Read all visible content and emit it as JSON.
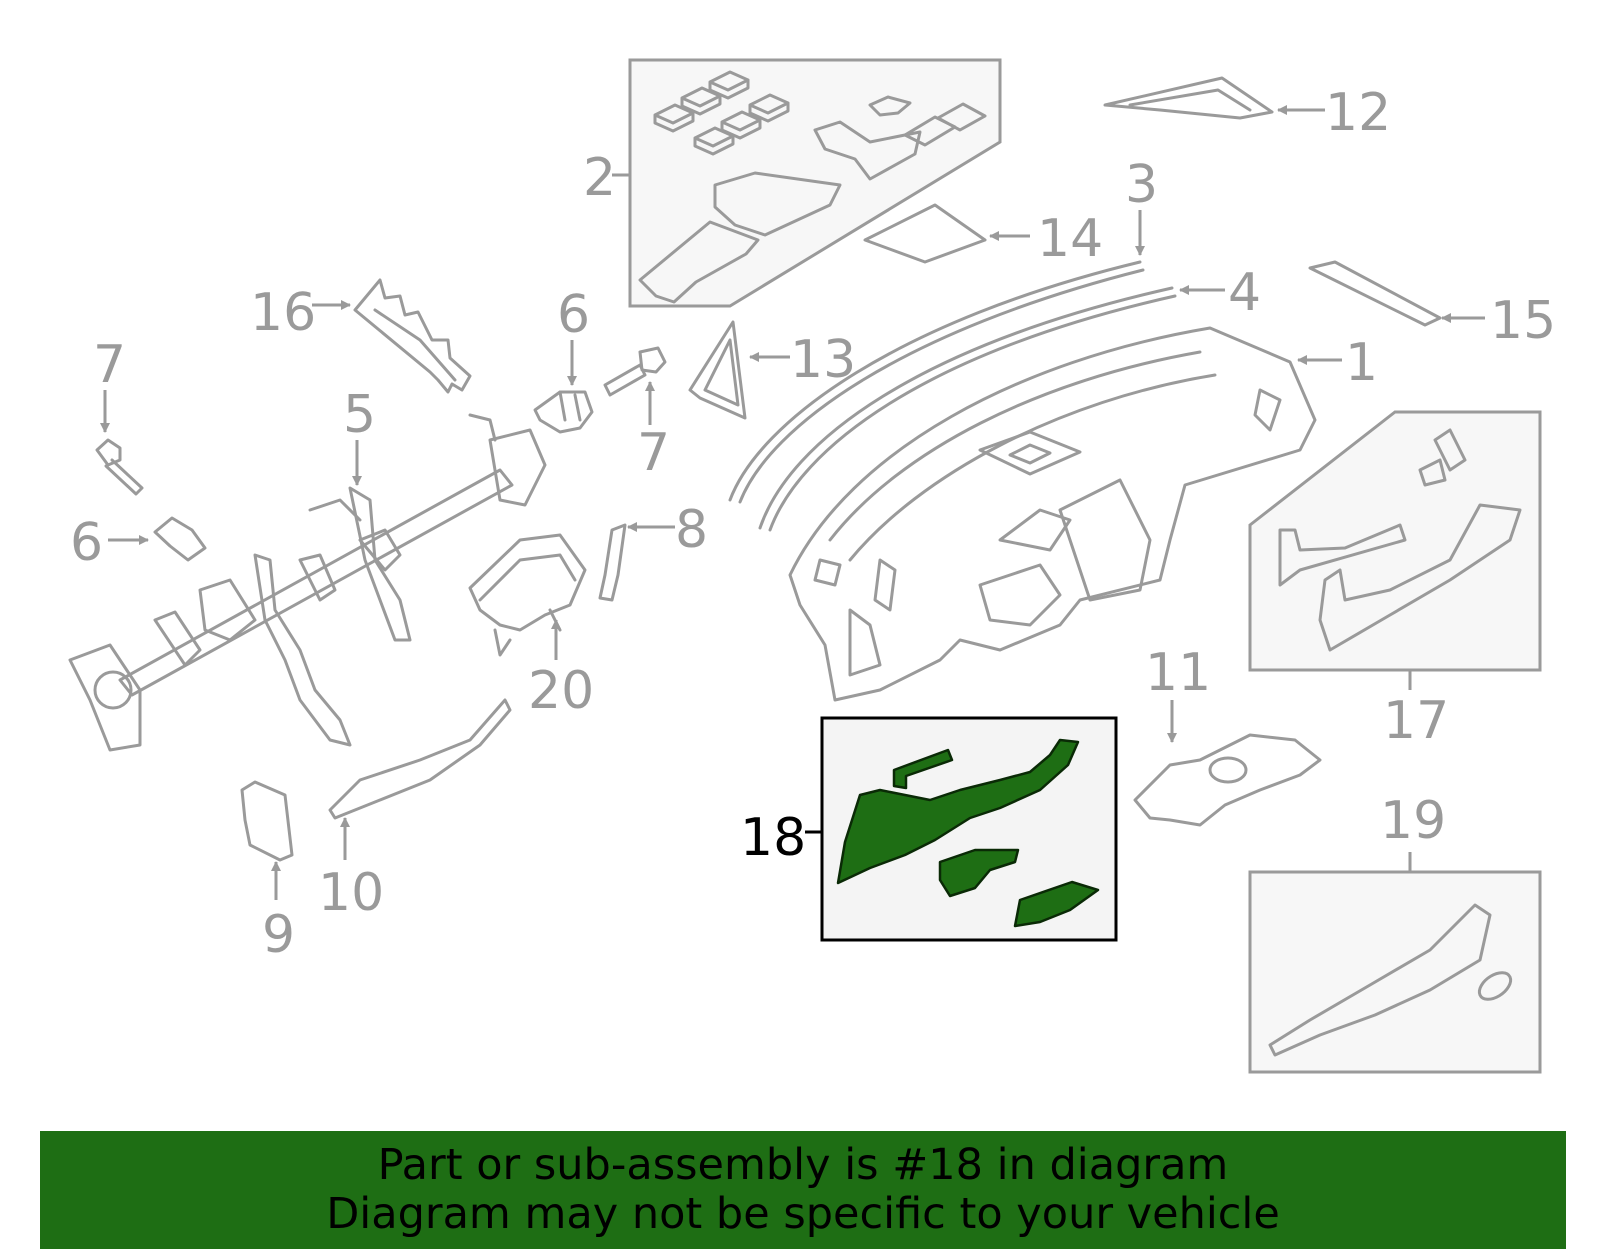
{
  "highlight_color": "#1e6e14",
  "callouts": {
    "c1": "1",
    "c2": "2",
    "c3": "3",
    "c4": "4",
    "c5": "5",
    "c6a": "6",
    "c6b": "6",
    "c7a": "7",
    "c7b": "7",
    "c8": "8",
    "c9": "9",
    "c10": "10",
    "c11": "11",
    "c12": "12",
    "c13": "13",
    "c14": "14",
    "c15": "15",
    "c16": "16",
    "c17": "17",
    "c18": "18",
    "c19": "19",
    "c20": "20"
  },
  "highlighted_part": "18",
  "banner": {
    "line1": "Part or sub-assembly is #18 in diagram",
    "line2": "Diagram may not be specific to your vehicle"
  }
}
